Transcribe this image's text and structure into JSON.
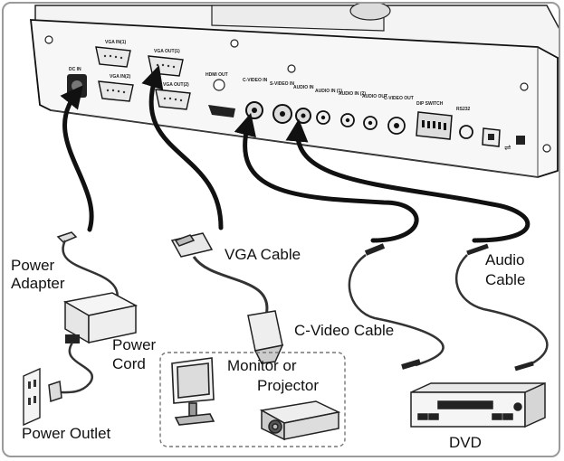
{
  "panel_labels": {
    "dc_in": "DC IN",
    "vga_in_1": "VGA IN(1)",
    "vga_out_1": "VGA OUT(1)",
    "vga_in_2": "VGA IN(2)",
    "vga_out_2": "VGA OUT(2)",
    "hdmi_out": "HDMI OUT",
    "c_video_in": "C-VIDEO IN",
    "s_video_in": "S-VIDEO IN",
    "audio_in": "AUDIO IN",
    "audio_in_1": "AUDIO IN (1)",
    "audio_in_2": "AUDIO IN (2)",
    "audio_out": "AUDIO OUT",
    "c_video_out": "C-VIDEO OUT",
    "dip_switch": "DIP SWITCH",
    "rs232": "RS232"
  },
  "callouts": {
    "power_adapter_line1": "Power",
    "power_adapter_line2": "Adapter",
    "vga_cable": "VGA Cable",
    "audio_cable_line1": "Audio",
    "audio_cable_line2": "Cable",
    "power_cord_line1": "Power",
    "power_cord_line2": "Cord",
    "c_video_cable": "C-Video Cable",
    "monitor_line1": "Monitor or",
    "monitor_line2": "Projector",
    "power_outlet": "Power Outlet",
    "dvd": "DVD"
  }
}
